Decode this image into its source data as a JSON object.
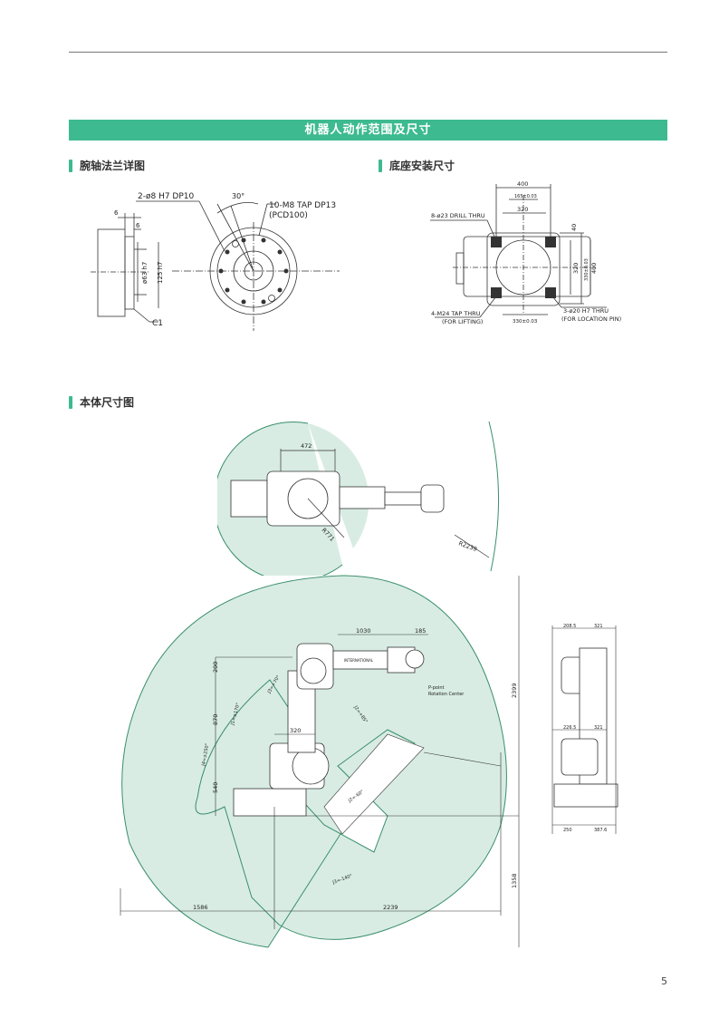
{
  "header": {
    "banner_title": "机器人动作范围及尺寸"
  },
  "sections": {
    "wrist_flange": "腕轴法兰详图",
    "base_mount": "底座安装尺寸",
    "body_dims": "本体尺寸图"
  },
  "flange": {
    "pin_hole": "2-ø8 H7 DP10",
    "tap": "10-M8 TAP DP13",
    "pcd": "(PCD100)",
    "angle": "30°",
    "dim_6a": "6",
    "dim_6b": "6",
    "dia_63": "ø63 h7",
    "dia_125": "125 h7",
    "chamfer": "C1"
  },
  "base": {
    "w400": "400",
    "w165": "165±0.03",
    "w320": "320",
    "drill": "8-ø23 DRILL THRU",
    "h40": "40",
    "h320": "320",
    "h330": "330±0.03",
    "h400": "400",
    "tap_lift": "4-M24 TAP THRU",
    "for_lifting": "(FOR LIFTING)",
    "w330": "330±0.03",
    "pin": "3-ø20 H7 THRU",
    "for_location": "(FOR LOCATION PIN)"
  },
  "top_view": {
    "d472": "472",
    "r771": "R771",
    "r2239": "R2239"
  },
  "side_view": {
    "d1030": "1030",
    "d185": "185",
    "d200": "200",
    "d870": "870",
    "d320": "320",
    "d540": "540",
    "d2399": "2399",
    "d1358": "1358",
    "d1586": "1586",
    "d2239": "2239",
    "p_center_1": "P-point",
    "p_center_2": "Rotation Center",
    "v_250": "J4=±250°",
    "v_70": "J3=+70°",
    "v_170": "J1=±170°",
    "v_85": "J2=+85°",
    "v_60": "J2=-60°",
    "v_140": "J3=-140°",
    "brand": "INTERNATIONAL"
  },
  "front_view": {
    "d208": "208.5",
    "d321a": "321",
    "d226": "226.5",
    "d321b": "321",
    "d250": "250",
    "d387": "387.6"
  },
  "page": {
    "number": "5"
  }
}
